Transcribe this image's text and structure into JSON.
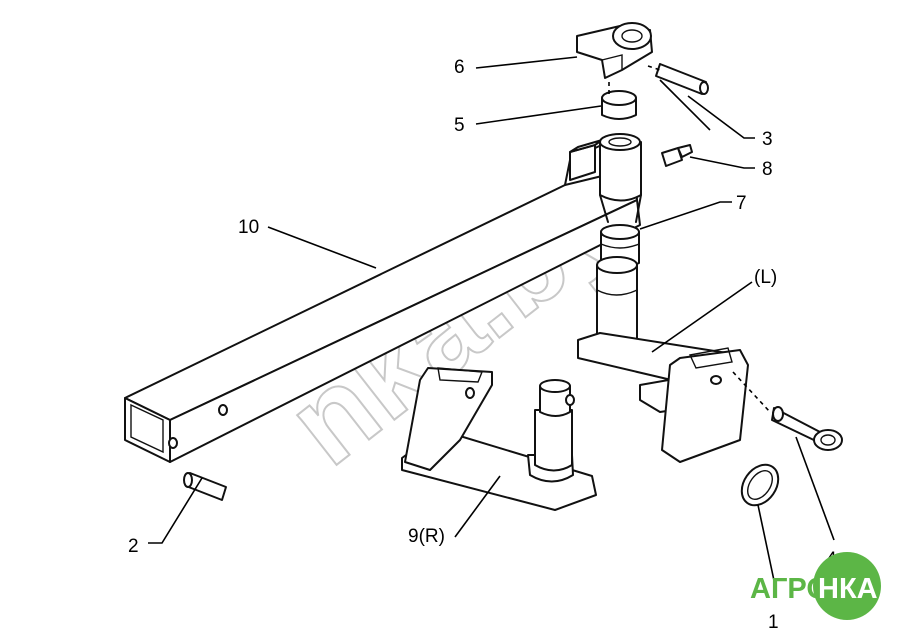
{
  "diagram": {
    "callouts": {
      "c1": "1",
      "c2": "2",
      "c3": "3",
      "c4": "4",
      "c5": "5",
      "c6": "6",
      "c7": "7",
      "c8": "8",
      "c9": "9(R)",
      "c10": "10",
      "cL": "(L)"
    }
  },
  "watermark": {
    "text": "nka.by",
    "color": "#c8c8c8"
  },
  "logo": {
    "left": "АГРО",
    "right": "НКА",
    "green": "#5cb646",
    "white": "#ffffff"
  }
}
